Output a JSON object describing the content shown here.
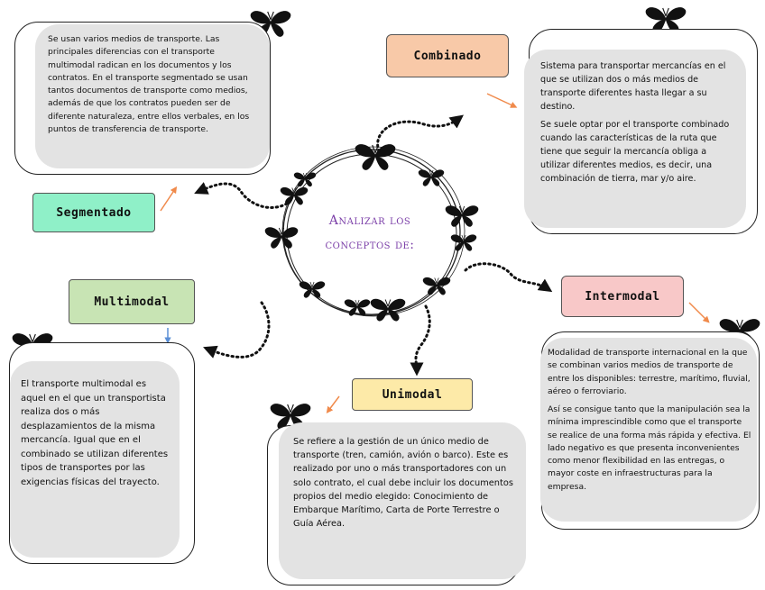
{
  "center": {
    "title_line1": "Analizar los",
    "title_line2": "conceptos de:"
  },
  "labels": {
    "combinado": "Combinado",
    "segmentado": "Segmentado",
    "multimodal": "Multimodal",
    "intermodal": "Intermodal",
    "unimodal": "Unimodal"
  },
  "cards": {
    "segmentado": "Se usan varios medios de transporte. Las principales diferencias con el transporte multimodal radican en los documentos y los contratos. En el transporte segmentado se usan tantos documentos de transporte como medios, además de que los contratos pueden ser de diferente naturaleza, entre ellos verbales, en los puntos de transferencia de transporte.",
    "combinado_p1": "Sistema para transportar mercancías en el que se utilizan dos o más medios de transporte diferentes hasta llegar a su destino.",
    "combinado_p2": "Se suele optar por el transporte combinado cuando las características de la ruta que tiene que seguir la mercancía obliga a utilizar diferentes medios, es decir, una combinación de tierra, mar y/o aire.",
    "multimodal": "El transporte multimodal es aquel en el que un transportista realiza dos o más desplazamientos de la misma mercancía. Igual que en el combinado se utilizan diferentes tipos de transportes por las exigencias físicas del trayecto.",
    "intermodal_p1": "Modalidad de transporte internacional en la que se combinan varios medios de transporte de entre los disponibles: terrestre, marítimo, fluvial, aéreo o ferroviario.",
    "intermodal_p2": "Así se consigue tanto que la manipulación sea la mínima imprescindible como que el transporte se realice de una forma más rápida y efectiva. El lado negativo es que presenta inconvenientes como menor flexibilidad en las entregas, o mayor coste en infraestructuras para la empresa.",
    "unimodal": "Se refiere a la gestión de un único medio de transporte (tren, camión, avión o barco). Este es realizado por uno o más transportadores con un solo contrato, el cual debe incluir los documentos propios del medio elegido: Conocimiento de Embarque Marítimo, Carta de Porte Terrestre o Guía Aérea."
  },
  "colors": {
    "combinado": "#f8c9a8",
    "segmentado": "#8ff0c8",
    "multimodal": "#c8e4b4",
    "intermodal": "#f8c8c8",
    "unimodal": "#fdeaa8",
    "title": "#7b3fa8",
    "arrow": "#f08a4b",
    "arrow_blue": "#5b8fd6"
  }
}
